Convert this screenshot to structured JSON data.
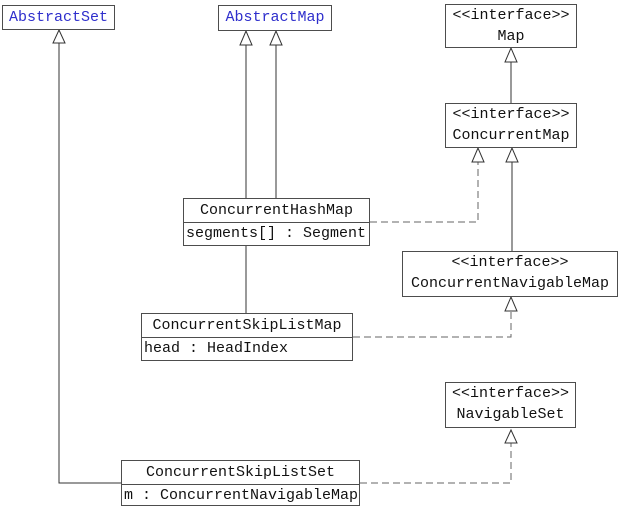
{
  "diagram": {
    "classes": {
      "abstract_set": {
        "name": "AbstractSet"
      },
      "abstract_map": {
        "name": "AbstractMap"
      },
      "map": {
        "stereotype": "<<interface>>",
        "name": "Map"
      },
      "concurrent_map": {
        "stereotype": "<<interface>>",
        "name": "ConcurrentMap"
      },
      "concurrent_hash_map": {
        "name": "ConcurrentHashMap",
        "attribute": "segments[] : Segment"
      },
      "concurrent_navigable_map": {
        "stereotype": "<<interface>>",
        "name": "ConcurrentNavigableMap"
      },
      "concurrent_skip_list_map": {
        "name": "ConcurrentSkipListMap",
        "attribute": "head : HeadIndex"
      },
      "navigable_set": {
        "stereotype": "<<interface>>",
        "name": "NavigableSet"
      },
      "concurrent_skip_list_set": {
        "name": "ConcurrentSkipListSet",
        "attribute": "m : ConcurrentNavigableMap"
      }
    },
    "relationships": [
      {
        "type": "generalization",
        "from": "ConcurrentSkipListSet",
        "to": "AbstractSet",
        "line": "solid"
      },
      {
        "type": "generalization",
        "from": "ConcurrentHashMap",
        "to": "AbstractMap",
        "line": "solid"
      },
      {
        "type": "generalization",
        "from": "ConcurrentSkipListMap",
        "to": "AbstractMap",
        "line": "solid"
      },
      {
        "type": "generalization",
        "from": "ConcurrentMap",
        "to": "Map",
        "line": "solid"
      },
      {
        "type": "generalization",
        "from": "ConcurrentNavigableMap",
        "to": "ConcurrentMap",
        "line": "solid"
      },
      {
        "type": "realization",
        "from": "ConcurrentHashMap",
        "to": "ConcurrentMap",
        "line": "dashed"
      },
      {
        "type": "realization",
        "from": "ConcurrentSkipListMap",
        "to": "ConcurrentNavigableMap",
        "line": "dashed"
      },
      {
        "type": "realization",
        "from": "ConcurrentSkipListSet",
        "to": "NavigableSet",
        "line": "dashed"
      }
    ],
    "colors": {
      "class_link_text": "#2e2ecc",
      "text": "#111111",
      "border": "#4d4d4d",
      "solid_line": "#333333",
      "dashed_line": "#666666",
      "background": "#ffffff"
    }
  }
}
